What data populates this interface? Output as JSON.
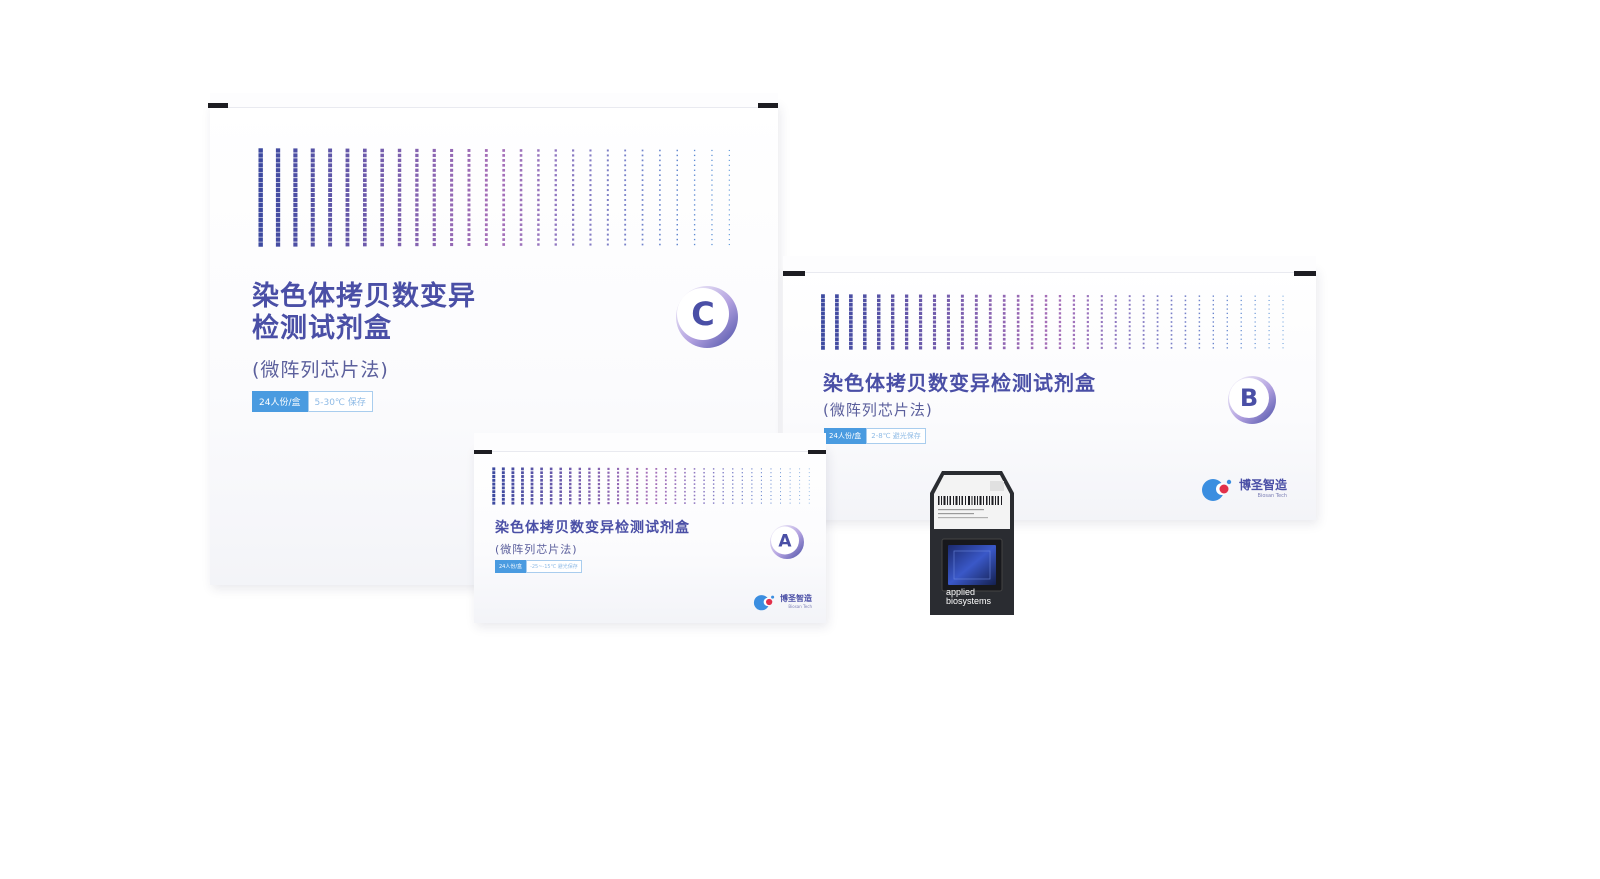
{
  "products": [
    {
      "id": "C",
      "title_lines": [
        "染色体拷贝数变异",
        "检测试剂盒"
      ],
      "subtitle": "(微阵列芯片法)",
      "tag_count": "24人份/盒",
      "tag_storage": "5-30℃ 保存",
      "badge_letter": "C"
    },
    {
      "id": "B",
      "title_lines": [
        "染色体拷贝数变异检测试剂盒"
      ],
      "subtitle": "(微阵列芯片法)",
      "tag_count": "24人份/盒",
      "tag_storage": "2-8℃ 避光保存",
      "badge_letter": "B",
      "logo_cn": "博圣智造",
      "logo_en": "Biosan Tech"
    },
    {
      "id": "A",
      "title_lines": [
        "染色体拷贝数变异检测试剂盒"
      ],
      "subtitle": "(微阵列芯片法)",
      "tag_count": "24人份/盒",
      "tag_storage": "-25~-15℃ 避光保存",
      "badge_letter": "A",
      "logo_cn": "博圣智造",
      "logo_en": "Biosan Tech"
    }
  ],
  "chip": {
    "brand_line1": "applied",
    "brand_line2": "biosystems"
  },
  "colors": {
    "title": "#4a4fa6",
    "dot_start": "#3d4aa0",
    "dot_mid": "#a86fb8",
    "dot_end": "#4f8fd6",
    "tag_blue": "#4a9be0",
    "logo_blue": "#3b8ee0",
    "logo_red": "#e2304a"
  }
}
